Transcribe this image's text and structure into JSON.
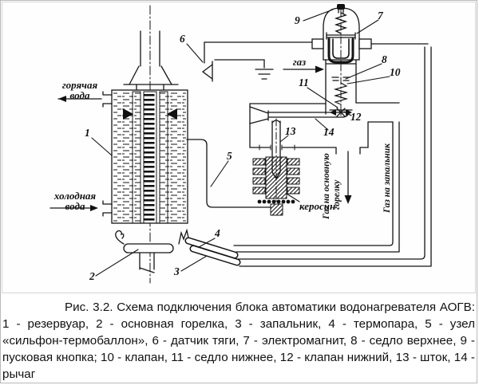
{
  "diagram": {
    "labels": {
      "hot_water_line1": "горячая",
      "hot_water_line2": "вода",
      "cold_water_line1": "холодная",
      "cold_water_line2": "вода",
      "gas": "газ",
      "kerosene": "керосин",
      "gas_main_line1": "Газ на основную",
      "gas_main_line2": "горелку",
      "gas_igniter": "Газ на запальник"
    },
    "part_numbers": {
      "n1": "1",
      "n2": "2",
      "n3": "3",
      "n4": "4",
      "n5": "5",
      "n6": "6",
      "n7": "7",
      "n8": "8",
      "n9": "9",
      "n10": "10",
      "n11": "11",
      "n12": "12",
      "n13": "13",
      "n14": "14"
    },
    "stroke_color": "#141414"
  },
  "caption": {
    "title": "Рис. 3.2. Схема подключения блока автоматики водонагревателя АОГВ:",
    "parts_list": "1 - резервуар, 2 - основная горелка, 3 - запальник, 4 - термопара, 5 - узел «сильфон-термобаллон», 6 - датчик тяги, 7 - электромагнит, 8 - седло верхнее, 9 - пусковая кнопка; 10 - клапан, 11 - седло нижнее, 12 - клапан нижний, 13 - шток, 14 - рычаг"
  }
}
